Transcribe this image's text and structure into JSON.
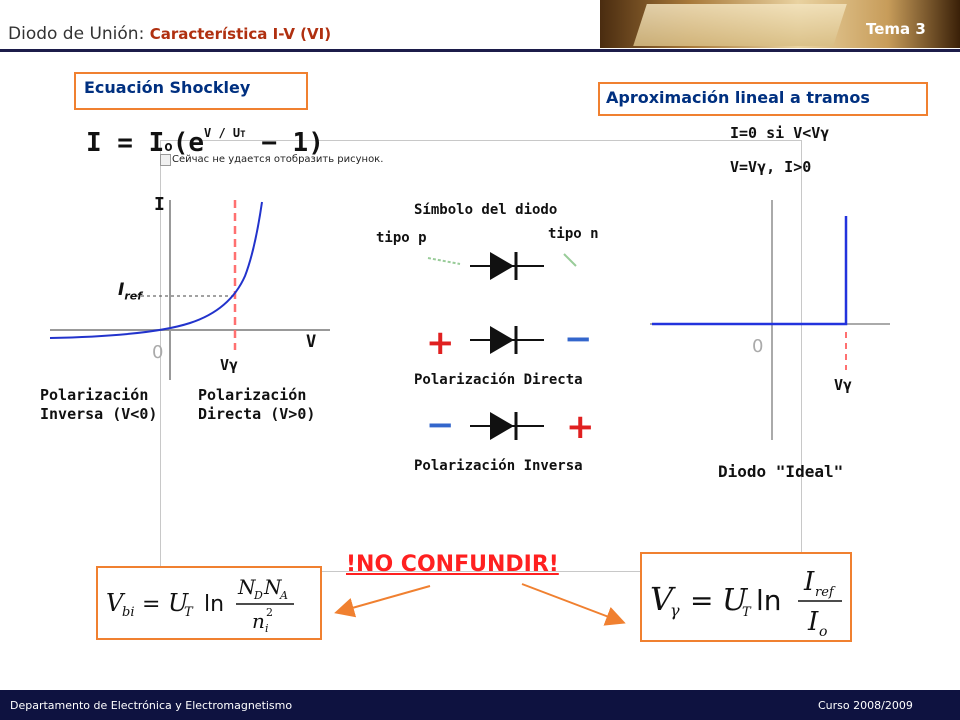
{
  "header": {
    "title_prefix": "Diodo de Unión: ",
    "title_subject": "Característica I-V (VI)",
    "badge": "Tema 3"
  },
  "left_panel": {
    "box_title": "Ecuación Shockley",
    "equation_main": "I = I",
    "equation_sub": "o",
    "equation_paren": "(e",
    "equation_exp": "V / U",
    "equation_exp_sub": "T",
    "equation_tail": " − 1)",
    "axis_I": "I",
    "iref": "I",
    "iref_sub": "ref",
    "axis_V": "V",
    "vgamma": "Vγ",
    "origin": "0",
    "pol_inversa": "Polarización Inversa (V<0)",
    "pol_directa": "Polarización Directa (V>0)"
  },
  "broken_image": {
    "caption": "Сейчас не удается отобразить рисунок."
  },
  "center_panel": {
    "title": "Símbolo del diodo",
    "tipo_p": "tipo p",
    "tipo_n": "tipo n",
    "directa_caption": "Polarización Directa",
    "inversa_caption": "Polarización Inversa",
    "plus": "+",
    "minus": "−"
  },
  "right_panel": {
    "box_title": "Aproximación lineal a tramos",
    "cond_off": "I=0 si V<Vγ",
    "cond_on": "V=Vγ, I>0",
    "origin": "0",
    "vgamma": "Vγ",
    "ideal": "Diodo \"Ideal\""
  },
  "warning": {
    "text": "!NO CONFUNDIR!"
  },
  "equations": {
    "vbi": {
      "lhs": "V",
      "lhs_sub": "bi",
      "ut": "U",
      "ut_sub": "T",
      "ln": "ln",
      "num": "N",
      "num_sub1": "D",
      "num2": "N",
      "num_sub2": "A",
      "den": "n",
      "den_sub": "i",
      "den_sup": "2"
    },
    "vgamma": {
      "lhs": "V",
      "lhs_sub": "γ",
      "ut": "U",
      "ut_sub": "T",
      "ln": "ln",
      "num": "I",
      "num_sub": "ref",
      "den": "I",
      "den_sub": "o"
    }
  },
  "footer": {
    "department": "Departamento  de Electrónica  y Electromagnetismo",
    "year": "Curso 2008/2009"
  },
  "colors": {
    "accent_orange": "#f08030",
    "title_blue": "#003080",
    "curve_blue": "#2233cc",
    "warning_red": "#ff2020",
    "footer_navy": "#0e1240"
  }
}
